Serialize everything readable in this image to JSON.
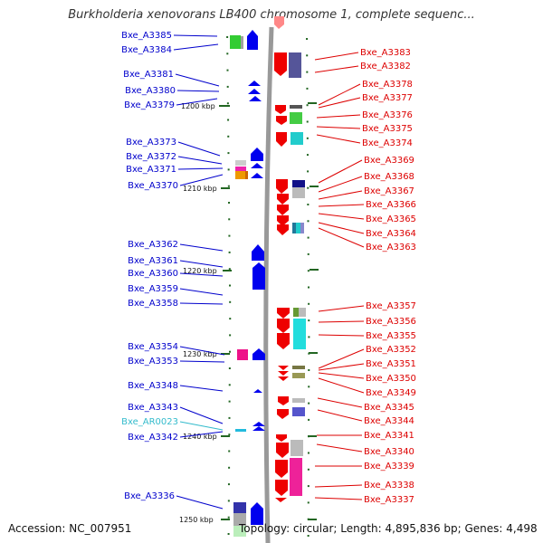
{
  "title": "Burkholderia xenovorans LB400 chromosome 1, complete sequenc...",
  "footer": {
    "accession": "Accession: NC_007951",
    "topology": "Topology: circular; Length: 4,895,836 bp; Genes: 4,498"
  },
  "colors": {
    "left_label": "#0000cc",
    "right_label": "#dd0000",
    "rna_label": "#33bbcc",
    "backbone": "#999999",
    "tick": "#226622"
  },
  "ruler": [
    "1200 kbp",
    "1210 kbp",
    "1220 kbp",
    "1230 kbp",
    "1240 kbp",
    "1250 kbp"
  ],
  "left_labels": [
    "Bxe_A3385",
    "Bxe_A3384",
    "Bxe_A3381",
    "Bxe_A3380",
    "Bxe_A3379",
    "Bxe_A3373",
    "Bxe_A3372",
    "Bxe_A3371",
    "Bxe_A3370",
    "Bxe_A3362",
    "Bxe_A3361",
    "Bxe_A3360",
    "Bxe_A3359",
    "Bxe_A3358",
    "Bxe_A3354",
    "Bxe_A3353",
    "Bxe_A3348",
    "Bxe_A3343",
    "Bxe_AR0023",
    "Bxe_A3342",
    "Bxe_A3336"
  ],
  "right_labels": [
    "Bxe_A3383",
    "Bxe_A3382",
    "Bxe_A3378",
    "Bxe_A3377",
    "Bxe_A3376",
    "Bxe_A3375",
    "Bxe_A3374",
    "Bxe_A3369",
    "Bxe_A3368",
    "Bxe_A3367",
    "Bxe_A3366",
    "Bxe_A3365",
    "Bxe_A3364",
    "Bxe_A3363",
    "Bxe_A3357",
    "Bxe_A3356",
    "Bxe_A3355",
    "Bxe_A3352",
    "Bxe_A3351",
    "Bxe_A3350",
    "Bxe_A3349",
    "Bxe_A3345",
    "Bxe_A3344",
    "Bxe_A3341",
    "Bxe_A3340",
    "Bxe_A3339",
    "Bxe_A3338",
    "Bxe_A3337"
  ]
}
